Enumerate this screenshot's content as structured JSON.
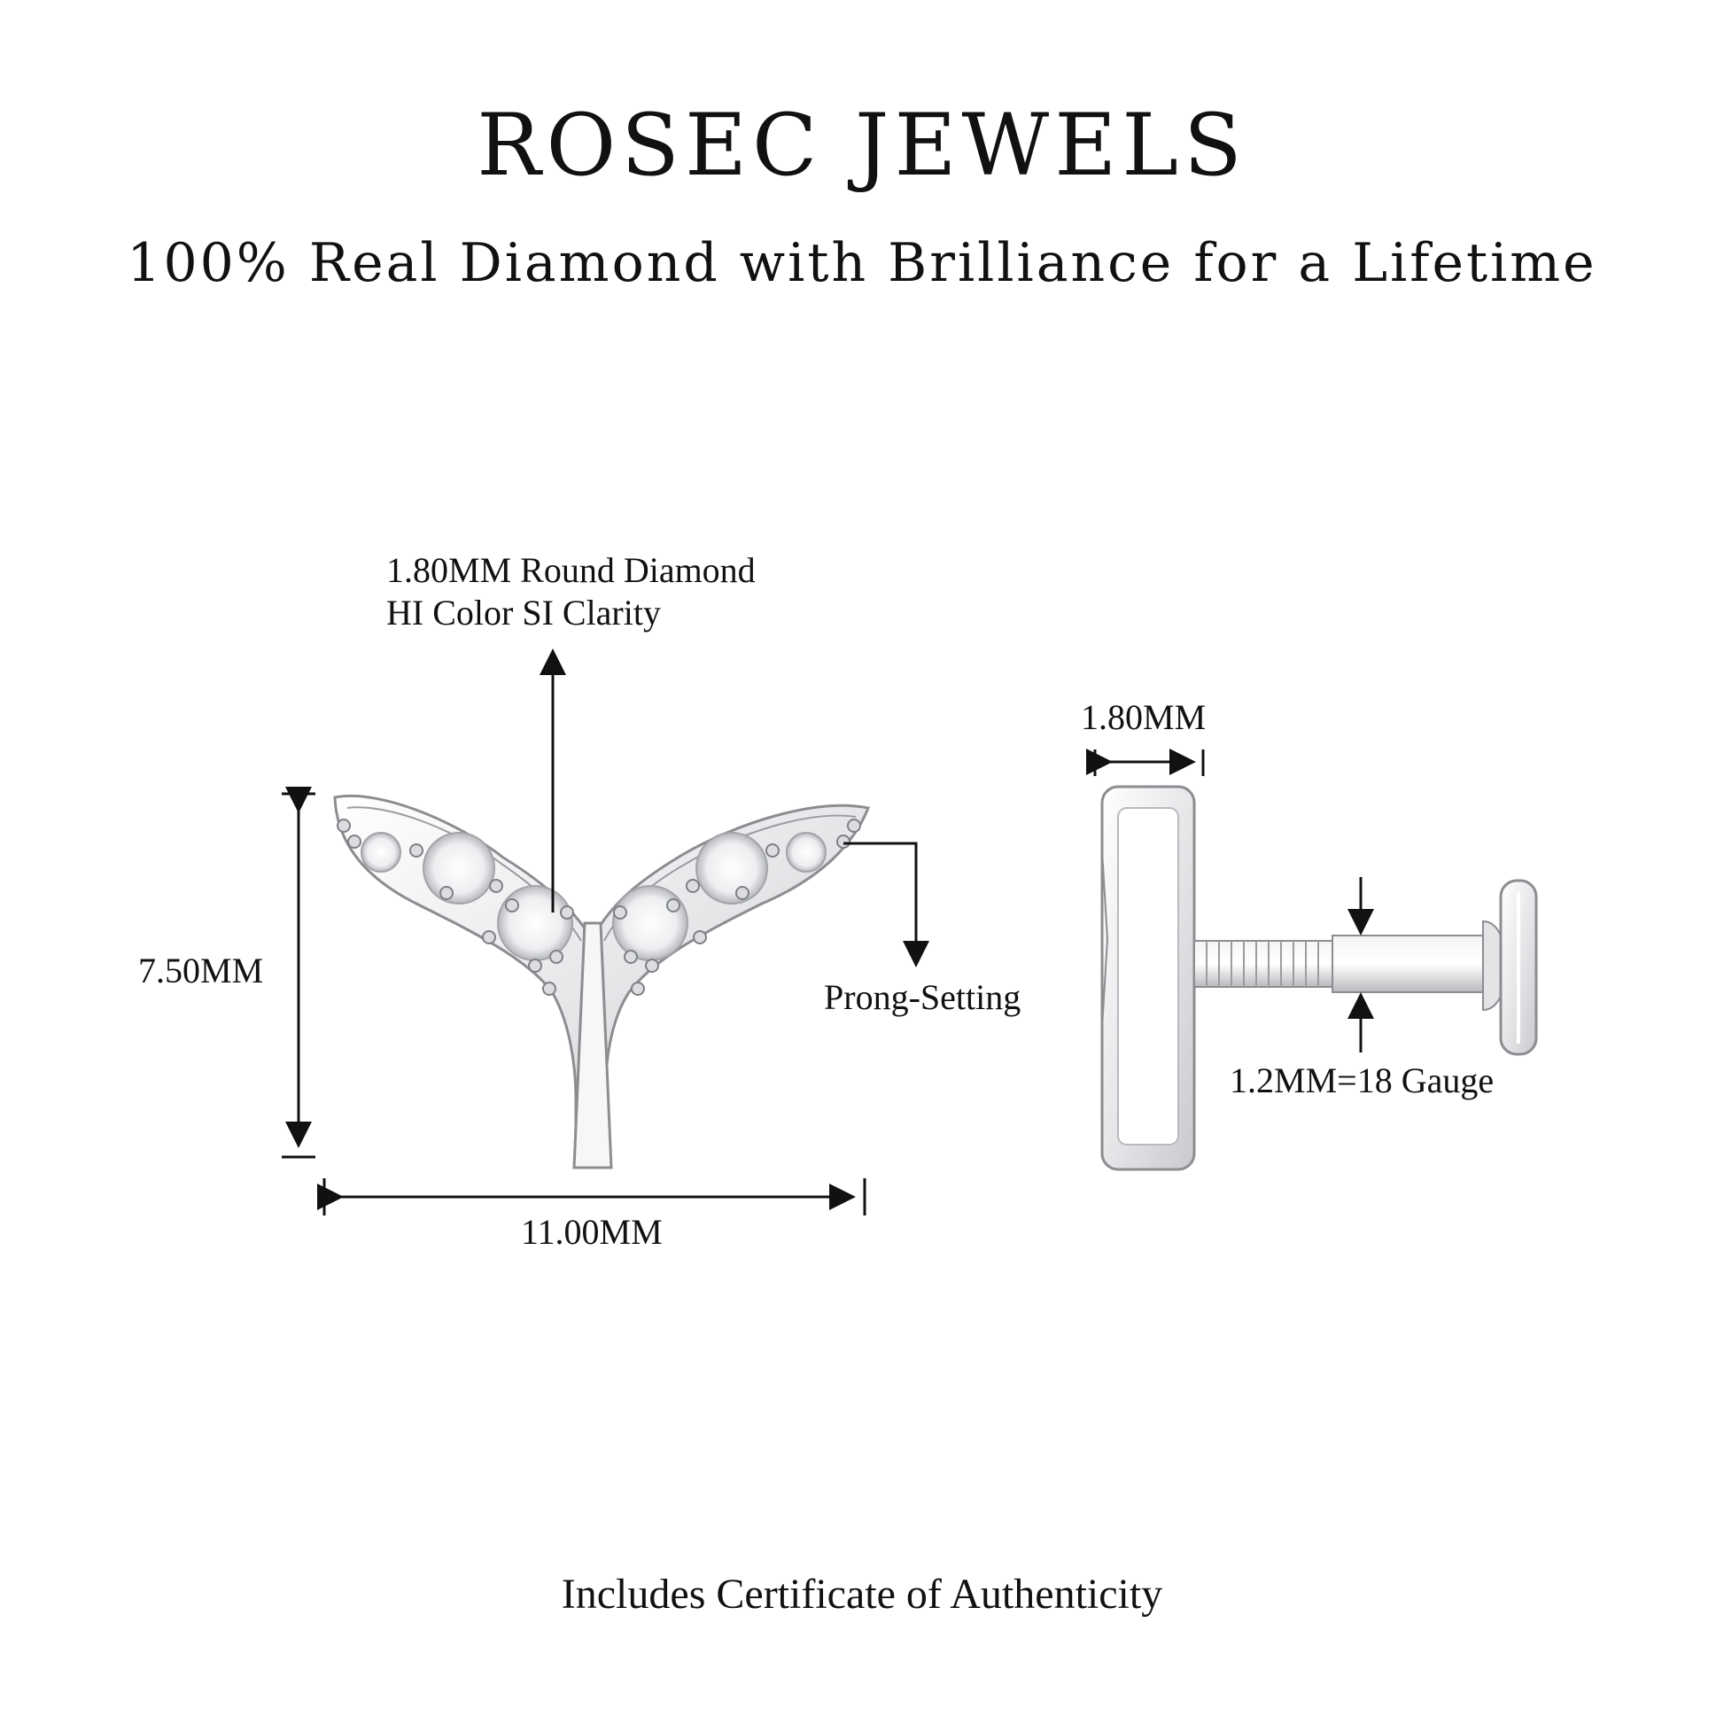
{
  "header": {
    "brand": "ROSEC JEWELS",
    "tagline": "100% Real Diamond with Brilliance for a Lifetime"
  },
  "annotations": {
    "stone_line1": "1.80MM Round Diamond",
    "stone_line2": "HI Color SI Clarity",
    "height": "7.50MM",
    "width": "11.00MM",
    "prong": "Prong-Setting",
    "head_thickness": "1.80MM",
    "gauge": "1.2MM=18 Gauge"
  },
  "footer": {
    "text": "Includes Certificate of Authenticity"
  },
  "colors": {
    "text": "#111111",
    "metal": "#e9eaec",
    "metal_edge": "#8b8d91"
  }
}
